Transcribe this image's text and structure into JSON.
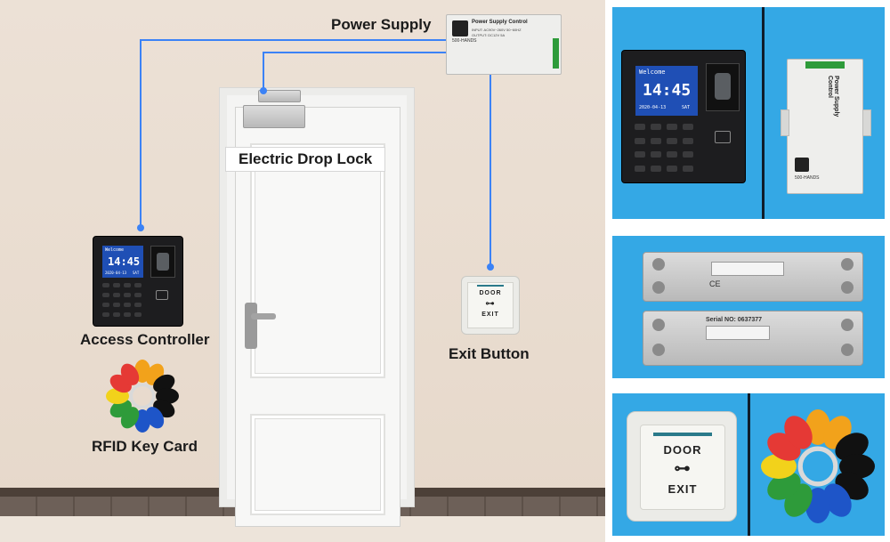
{
  "scene": {
    "labels": {
      "power_supply": "Power Supply",
      "electric_drop_lock": "Electric Drop Lock",
      "access_controller": "Access Controller",
      "exit_button": "Exit Button",
      "rfid_key_card": "RFID Key Card"
    },
    "controller_screen": {
      "welcome": "Welcome",
      "time": "14:45",
      "date": "2020-04-13",
      "day": "SAT"
    },
    "psu_text": {
      "title": "Power Supply Control",
      "brand": "500-HANDS",
      "input": "INPUT: AC90V~260V 50~60HZ",
      "output": "OUTPUT: DC12V 5A"
    },
    "exit_plate": {
      "line1": "DOOR",
      "line2": "EXIT"
    }
  },
  "photos": {
    "controller_screen": {
      "welcome": "Welcome",
      "time": "14:45",
      "date": "2020-04-13",
      "day": "SAT"
    },
    "psu_text": {
      "title": "Power Supply Control",
      "brand": "500-HANDS"
    },
    "lock_text": {
      "serial": "Serial NO: 0637377"
    },
    "exit_plate": {
      "line1": "DOOR",
      "line2": "EXIT"
    }
  },
  "colors": {
    "wire": "#3b82f6",
    "photo_background": "#34a8e5",
    "screen": "#1f4fb5",
    "separator": "#0f1c2a"
  },
  "rfid_colors": [
    "#f2a21b",
    "#e53935",
    "#111111",
    "#1e55c8",
    "#2e9b3a",
    "#f2d21b"
  ]
}
